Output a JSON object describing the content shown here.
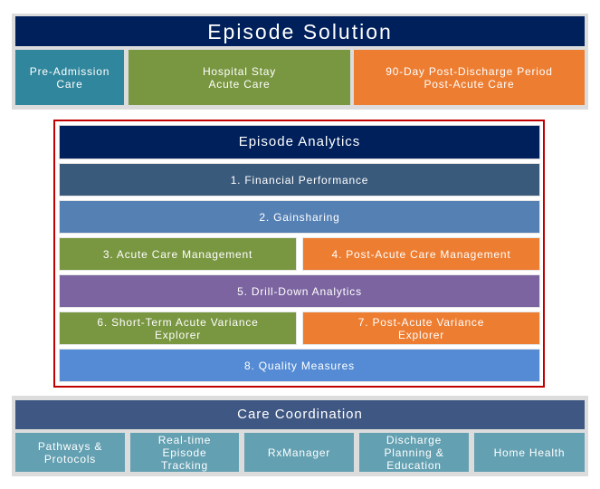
{
  "episode_solution": {
    "title": "Episode Solution",
    "phases": [
      {
        "label": "Pre-Admission\nCare",
        "color": "#30869c"
      },
      {
        "label": "Hospital Stay\nAcute Care",
        "color": "#799641"
      },
      {
        "label": "90-Day Post-Discharge Period\nPost-Acute Care",
        "color": "#ed7d31"
      }
    ]
  },
  "episode_analytics": {
    "title": "Episode Analytics",
    "highlight_color": "#c00000",
    "modules": [
      {
        "label": "1. Financial Performance",
        "color": "#3a5a7c"
      },
      {
        "label": "2. Gainsharing",
        "color": "#5580b4"
      },
      {
        "label": "3. Acute Care Management",
        "color": "#799641"
      },
      {
        "label": "4. Post-Acute Care Management",
        "color": "#ed7d31"
      },
      {
        "label": "5. Drill-Down Analytics",
        "color": "#7b64a0"
      },
      {
        "label": "6. Short-Term Acute Variance\nExplorer",
        "color": "#799641"
      },
      {
        "label": "7. Post-Acute Variance\nExplorer",
        "color": "#ed7d31"
      },
      {
        "label": "8. Quality Measures",
        "color": "#558bd4"
      }
    ]
  },
  "care_coordination": {
    "title": "Care Coordination",
    "items": [
      {
        "label": "Pathways &\nProtocols"
      },
      {
        "label": "Real-time\nEpisode\nTracking"
      },
      {
        "label": "RxManager"
      },
      {
        "label": "Discharge\nPlanning &\nEducation"
      },
      {
        "label": "Home Health"
      }
    ]
  }
}
